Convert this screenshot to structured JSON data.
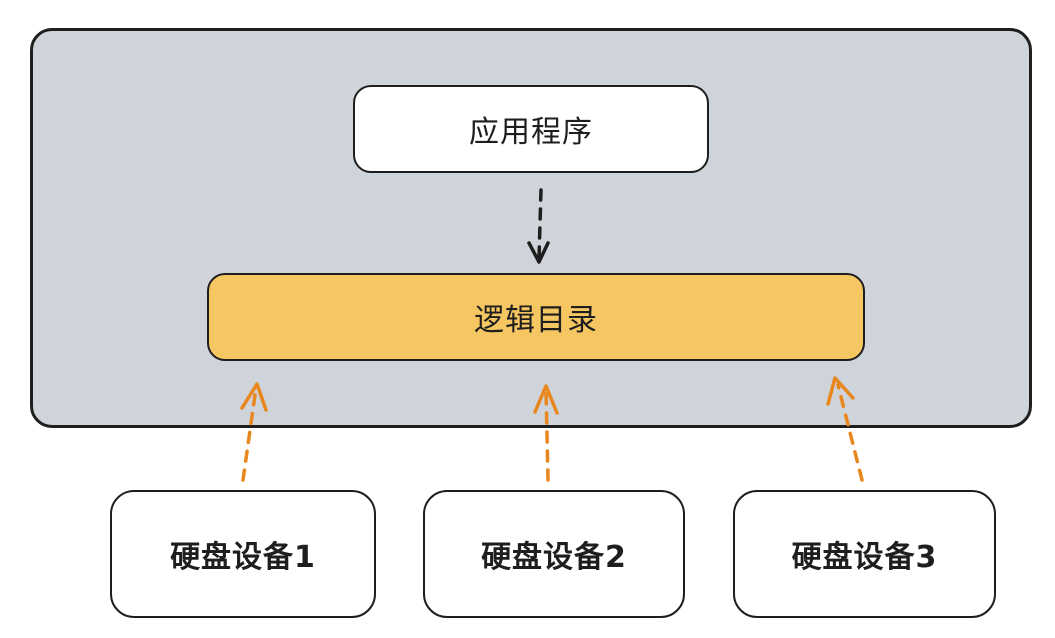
{
  "diagram": {
    "app_label": "应用程序",
    "logical_label": "逻辑目录",
    "disks": [
      {
        "label": "硬盘设备1"
      },
      {
        "label": "硬盘设备2"
      },
      {
        "label": "硬盘设备3"
      }
    ]
  },
  "colors": {
    "container_fill": "#cfd4db",
    "logical_fill": "#f5c662",
    "stroke": "#1e1e1e",
    "arrow_down": "#1e1e1e",
    "arrow_up": "#e8871e"
  }
}
